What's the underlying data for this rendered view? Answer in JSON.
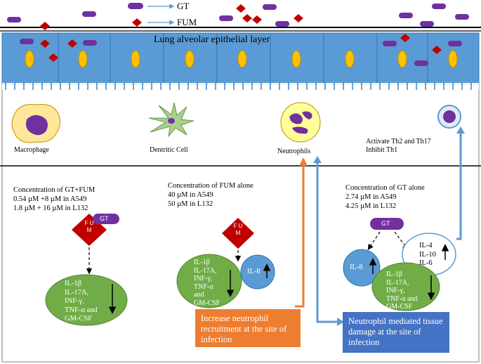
{
  "legend": {
    "gt": "GT",
    "fum": "FUM"
  },
  "layer_title": "Lung alveolar epithelial layer",
  "cells": {
    "macrophage": "Macrophage",
    "dendritic": "Dentritic Cell",
    "neutrophil": "Neutrophils",
    "th": [
      "Activate Th2 and Th17",
      "Inhibit Th1"
    ]
  },
  "panels": {
    "combo": {
      "title": "Concentration of GT+FUM",
      "lines": [
        "0.54 µM +8 µM in A549",
        "1.8 µM + 16 µM in L132"
      ]
    },
    "fum": {
      "title": "Concentration of FUM alone",
      "lines": [
        "40 µM in A549",
        "50 µM in L132"
      ]
    },
    "gt": {
      "title": "Concentration of GT  alone",
      "lines": [
        "2.74 µM in A549",
        "4.25 µM in L132"
      ]
    }
  },
  "molecule_labels": {
    "gt": "GT",
    "fum": "F U M"
  },
  "cytokines": {
    "combo": [
      "IL-1β",
      "IL-17A,",
      "INF-γ,",
      "TNF-α and",
      "GM-CSF"
    ],
    "fum": [
      "IL-1β",
      "IL-17A,",
      "INF-γ,",
      "TNF-α",
      "and",
      "GM-CSF"
    ],
    "il8": "IL-8",
    "gt_left": "IL-8",
    "gt_right": [
      "IL-4",
      "IL-10",
      "IL-6"
    ],
    "gt_bottom": [
      "IL-1β",
      "IL-17A,",
      "INF-γ,",
      "TNF-α and",
      "GM-CSF"
    ]
  },
  "outcomes": {
    "recruitment": "Increase neutrophil recruitment at the site of infection",
    "damage": "Neutrophil mediated tissue damage at the site of infection"
  },
  "colors": {
    "gt_purple": "#7030A0",
    "fum_red": "#C00000",
    "epithelium_blue": "#5B9BD5",
    "nucleus_yellow": "#FFC000",
    "green_cell": "#70AD47",
    "blue_cell": "#5B9BD5",
    "orange_box": "#ED7D31",
    "blue_box": "#4472C4"
  }
}
